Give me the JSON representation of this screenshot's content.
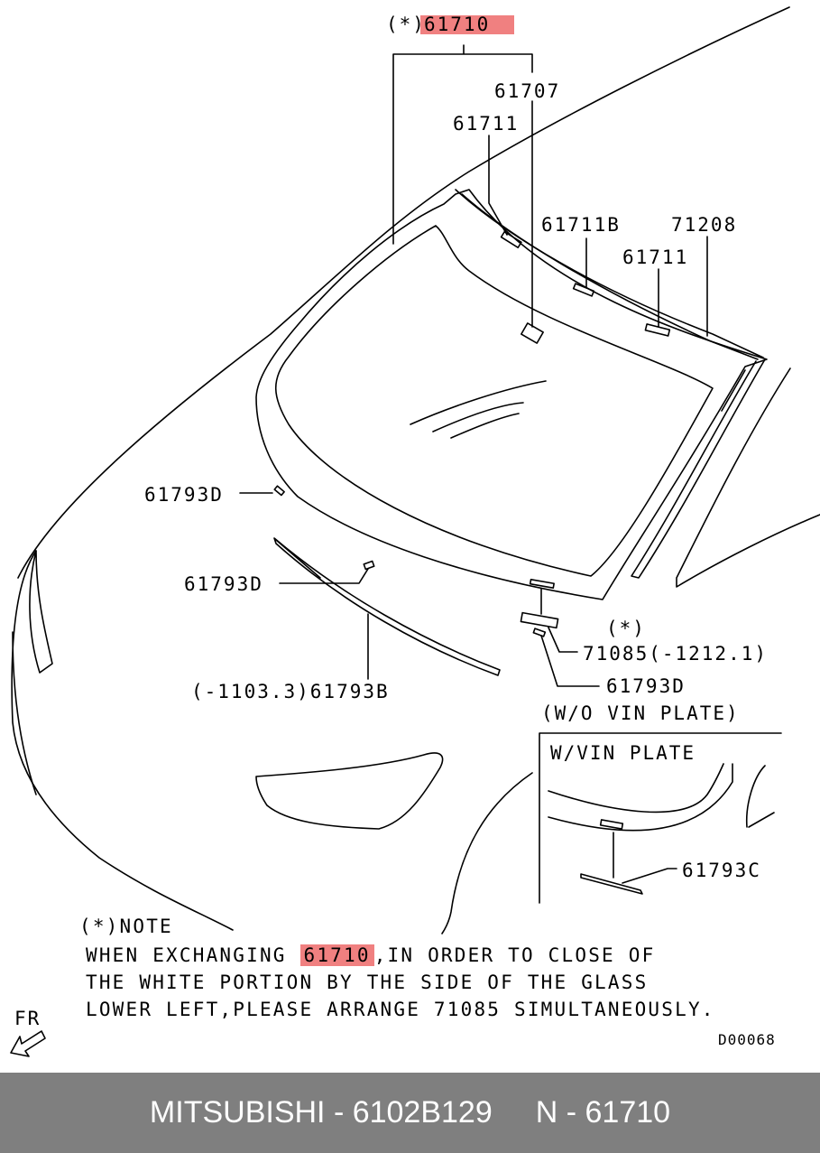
{
  "labels": {
    "top_asterisk": "(*)",
    "top_part": "61710",
    "p61707": "61707",
    "p61711_a": "61711",
    "p61711b": "61711B",
    "p71208": "71208",
    "p61711_b": "61711",
    "p61793d_a": "61793D",
    "p61793d_b": "61793D",
    "p1103": "(-1103.3)61793B",
    "asterisk_mid": "(*)",
    "p71085": "71085(-1212.1)",
    "p61793d_c": "61793D",
    "wo_vin": "(W/O VIN PLATE)",
    "w_vin": "W/VIN PLATE",
    "p61793c": "61793C",
    "fr": "FR",
    "diagram_code": "D00068"
  },
  "note": {
    "title": "(*)NOTE",
    "line1_prefix": "WHEN EXCHANGING",
    "line1_part": "61710",
    "line1_suffix": ",IN ORDER TO CLOSE OF",
    "line2": "THE WHITE PORTION BY THE SIDE OF THE GLASS",
    "line3": "LOWER LEFT,PLEASE ARRANGE 71085 SIMULTANEOUSLY."
  },
  "footer": {
    "brand_part": "MITSUBISHI - 6102B129",
    "ref": "N - 61710"
  },
  "colors": {
    "highlight": "#f08080",
    "footer_bg": "#7f7f7f",
    "footer_text": "#ffffff"
  }
}
